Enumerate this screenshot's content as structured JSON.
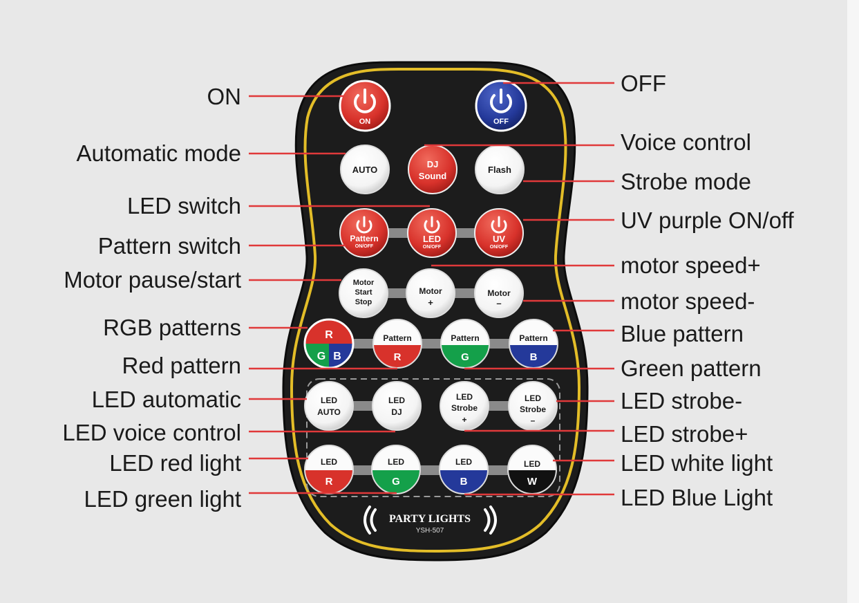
{
  "labels": {
    "left": [
      "ON",
      "Automatic mode",
      "LED switch",
      "Pattern switch",
      "Motor pause/start",
      "RGB patterns",
      "Red pattern",
      "LED automatic",
      "LED voice control",
      "LED red light",
      "LED green light"
    ],
    "right": [
      "OFF",
      "Voice control",
      "Strobe mode",
      "UV purple ON/off",
      "motor speed+",
      "motor speed-",
      "Blue pattern",
      "Green pattern",
      "LED strobe-",
      "LED strobe+",
      "LED white light",
      "LED Blue Light"
    ]
  },
  "remote": {
    "brand": "PARTY LIGHTS",
    "model": "YSH-507",
    "buttons": {
      "on": "ON",
      "off": "OFF",
      "auto": "AUTO",
      "dj_sound": [
        "DJ",
        "Sound"
      ],
      "flash": "Flash",
      "pattern_onoff": [
        "Pattern",
        "ON/OFF"
      ],
      "led_onoff": [
        "LED",
        "ON/OFF"
      ],
      "uv_onoff": [
        "UV",
        "ON/OFF"
      ],
      "motor_start_stop": [
        "Motor",
        "Start",
        "Stop"
      ],
      "motor_plus": [
        "Motor",
        "+"
      ],
      "motor_minus": [
        "Motor",
        "–"
      ],
      "rgb": [
        "R",
        "G",
        "B"
      ],
      "pattern_r": [
        "Pattern",
        "R"
      ],
      "pattern_g": [
        "Pattern",
        "G"
      ],
      "pattern_b": [
        "Pattern",
        "B"
      ],
      "led_auto": [
        "LED",
        "AUTO"
      ],
      "led_dj": [
        "LED",
        "DJ"
      ],
      "led_strobe_plus": [
        "LED",
        "Strobe",
        "+"
      ],
      "led_strobe_minus": [
        "LED",
        "Strobe",
        "–"
      ],
      "led_r": [
        "LED",
        "R"
      ],
      "led_g": [
        "LED",
        "G"
      ],
      "led_b": [
        "LED",
        "B"
      ],
      "led_w": [
        "LED",
        "W"
      ]
    }
  },
  "colors": {
    "callout_line": "#e0393a",
    "remote_body": "#1c1c1c",
    "remote_trim": "#e3bd28",
    "red": "#d8322b",
    "blue": "#24399a",
    "green": "#14a04a",
    "white_button": "#fbfbfb",
    "black": "#111111"
  }
}
